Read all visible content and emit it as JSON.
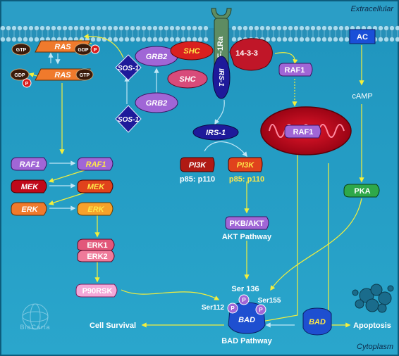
{
  "regions": {
    "extracellular": "Extracellular",
    "cytoplasm": "Cytoplasm",
    "logo": "BioCarta"
  },
  "receptor": {
    "label": "IGF-1Ra"
  },
  "nodes": {
    "ras_top": "RAS",
    "ras_bottom": "RAS",
    "gtp_left": "GTP",
    "gdp_top": "GDP",
    "gdp_left": "GDP",
    "gtp_right": "GTP",
    "p_ras_top": "P",
    "p_ras_bottom": "P",
    "sos1_top": "SOS-1",
    "sos1_bottom": "SOS-1",
    "grb2_top": "GRB2",
    "shc_top": "SHC",
    "shc_bottom": "SHC",
    "grb2_bottom": "GRB2",
    "irs1_receptor": "IRS-1",
    "irs1_mid": "IRS-1",
    "p1433": "14-3-3",
    "raf1_top": "RAF1",
    "raf1_mito": "RAF1",
    "ac": "AC",
    "camp": "cAMP",
    "pka": "PKA",
    "raf1_left": "RAF1",
    "raf1_right": "RAF1",
    "mek_left": "MEK",
    "mek_right": "MEK",
    "erk_left": "ERK",
    "erk_right": "ERK",
    "erk1": "ERK1",
    "erk2": "ERK2",
    "p90rsk": "P90RSK",
    "pi3k_left": "PI3K",
    "pi3k_right": "PI3K",
    "p85_left": "p85: p110",
    "p85_right": "p85: p110",
    "pkb_akt": "PKB/AKT",
    "akt_pathway": "AKT Pathway",
    "ser136": "Ser 136",
    "ser112": "Ser112",
    "ser155": "Ser155",
    "bad_center": "BAD",
    "bad_right": "BAD",
    "p_bad_1": "P",
    "p_bad_2": "P",
    "p_bad_3": "P",
    "bad_pathway": "BAD Pathway",
    "cell_survival": "Cell Survival",
    "apoptosis": "Apoptosis"
  },
  "colors": {
    "background": "#2a9fc4",
    "membrane_head": "#a7dcef",
    "arrow": "#f4ef3c",
    "ras_orange": "#f07a2c",
    "purple": "#a066d6",
    "red": "#d91c1c",
    "pink": "#e2577a",
    "receptor_green": "#5e8c62",
    "mito": "#c0091a",
    "navy": "#1e1a9a",
    "blue_ac": "#1a4fd8",
    "pka_green": "#2ea84a"
  }
}
